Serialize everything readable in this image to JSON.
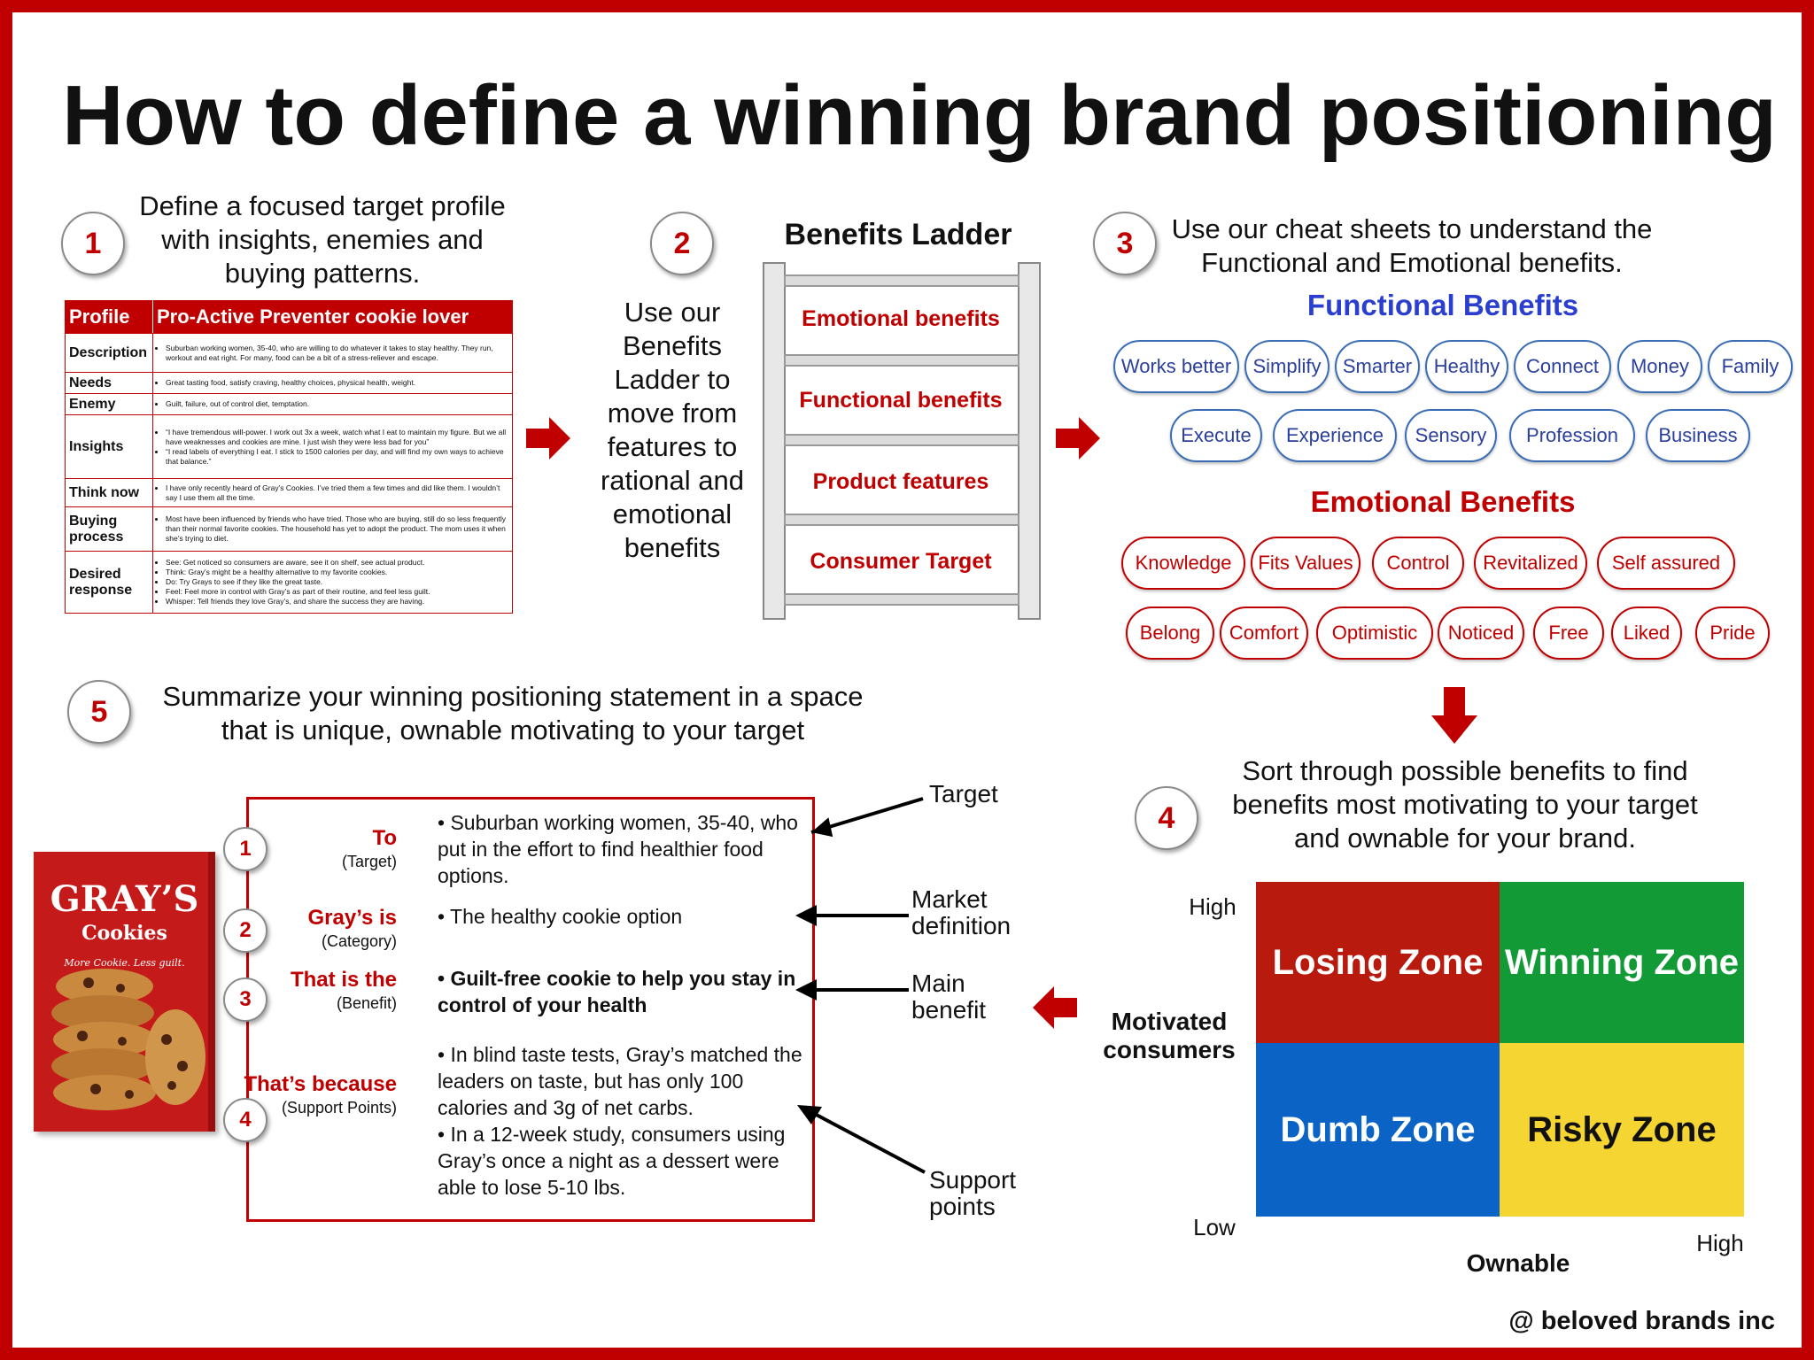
{
  "title": "How to define a winning brand positioning",
  "step1": {
    "number": "1",
    "text": "Define a focused target profile with insights, enemies and buying patterns.",
    "table": {
      "header_key": "Profile",
      "header_value": "Pro-Active Preventer cookie lover",
      "rows": [
        {
          "key": "Description",
          "items": [
            "Suburban working women, 35-40, who are willing to do whatever it takes to stay healthy. They run, workout and eat right. For many, food can be a bit of a stress-reliever and escape."
          ]
        },
        {
          "key": "Needs",
          "items": [
            "Great tasting food, satisfy craving, healthy choices, physical health,  weight."
          ]
        },
        {
          "key": "Enemy",
          "items": [
            "Guilt, failure, out of control diet, temptation."
          ]
        },
        {
          "key": "Insights",
          "items": [
            "“I have tremendous will-power. I work out 3x a week, watch what I eat to maintain my figure. But we all have weaknesses and cookies are mine. I just wish they were less bad for you”",
            "“I read labels of everything I eat. I stick to 1500 calories per day, and will find my own ways to achieve that balance.”"
          ]
        },
        {
          "key": "Think now",
          "items": [
            "I have only recently heard of Gray’s Cookies. I’ve tried them a few times and did like them. I wouldn’t say I use them all the time."
          ]
        },
        {
          "key": "Buying process",
          "items": [
            "Most have been influenced by friends who have tried. Those who are buying, still do so less frequently than their normal favorite cookies. The household has yet to adopt the product. The mom uses it when she’s trying to diet."
          ]
        },
        {
          "key": "Desired response",
          "items": [
            "See: Get noticed so consumers are aware, see it on shelf, see actual product.",
            "Think: Gray’s might be a healthy alternative to my favorite cookies.",
            "Do: Try Grays to see if they like the great taste.",
            "Feel: Feel more in control with Gray’s as part of their routine, and feel less guilt.",
            "Whisper: Tell friends they love Gray’s, and share the success they are having."
          ]
        }
      ]
    }
  },
  "step2": {
    "number": "2",
    "text": "Use our Benefits Ladder to move from features to rational and emotional benefits",
    "ladder_title": "Benefits Ladder",
    "rungs": [
      "Emotional benefits",
      "Functional benefits",
      "Product features",
      "Consumer Target"
    ]
  },
  "step3": {
    "number": "3",
    "text": "Use our cheat sheets to understand the Functional and Emotional benefits.",
    "functional_title": "Functional Benefits",
    "functional": [
      "Works better",
      "Simplify",
      "Smarter",
      "Healthy",
      "Connect",
      "Money",
      "Family",
      "Execute",
      "Experience",
      "Sensory",
      "Profession",
      "Business"
    ],
    "emotional_title": "Emotional Benefits",
    "emotional": [
      "Knowledge",
      "Fits Values",
      "Control",
      "Revitalized",
      "Self assured",
      "Belong",
      "Comfort",
      "Optimistic",
      "Noticed",
      "Free",
      "Liked",
      "Pride"
    ]
  },
  "step4": {
    "number": "4",
    "text": "Sort through possible benefits to find benefits most motivating to your target and ownable for your brand.",
    "y_axis": "Motivated consumers",
    "x_axis": "Ownable",
    "y_high": "High",
    "y_low": "Low",
    "x_high": "High",
    "zones": {
      "losing": "Losing Zone",
      "winning": "Winning Zone",
      "dumb": "Dumb Zone",
      "risky": "Risky Zone"
    },
    "colors": {
      "losing": "#b81a0e",
      "winning": "#129a36",
      "dumb": "#0b63c5",
      "risky": "#f5d531"
    }
  },
  "step5": {
    "number": "5",
    "text": "Summarize your winning positioning statement in a space that is unique, ownable motivating to your target",
    "rows": [
      {
        "num": "1",
        "label": "To",
        "sub": "(Target)",
        "bullets": [
          "Suburban working women, 35-40, who put in the effort to find healthier food options."
        ]
      },
      {
        "num": "2",
        "label": "Gray’s is",
        "sub": "(Category)",
        "bullets": [
          "The healthy cookie option"
        ]
      },
      {
        "num": "3",
        "label": "That is the",
        "sub": "(Benefit)",
        "bullets": [
          "Guilt-free cookie to help you stay in control of your health"
        ]
      },
      {
        "num": "4",
        "label": "That’s because",
        "sub": "(Support Points)",
        "bullets": [
          "In blind taste tests, Gray’s matched the leaders on taste, but has only 100 calories and 3g of net carbs.",
          "In a 12-week study, consumers using Gray’s once a night as a dessert were able to lose 5-10 lbs."
        ]
      }
    ],
    "callouts": [
      "Target",
      "Market definition",
      "Main benefit",
      "Support points"
    ],
    "product": {
      "brand": "GRAY’S",
      "name": "Cookies",
      "tagline": "More Cookie. Less guilt."
    }
  },
  "credit": "@ beloved brands inc"
}
